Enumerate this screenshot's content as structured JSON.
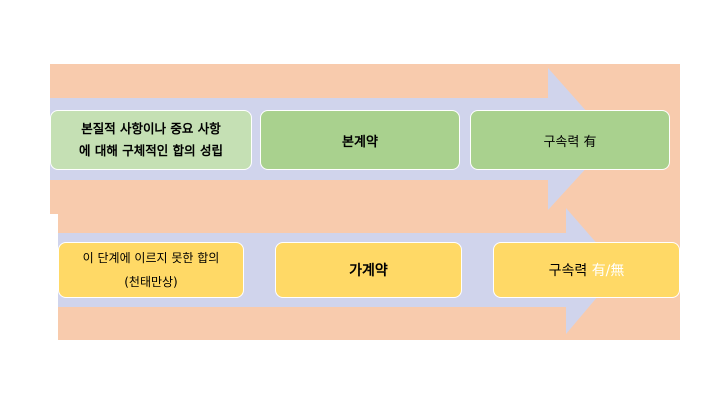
{
  "row1": {
    "condition_line1": "본질적 사항이나 중요 사항",
    "condition_line2": "에 대해 구체적인 합의 성립",
    "contract": "본계약",
    "binding_label": "구속력",
    "binding_value": "有"
  },
  "row2": {
    "condition_line1": "이 단계에 이르지 못한 합의",
    "condition_line2": "(천태만상)",
    "contract": "가계약",
    "binding_label": "구속력",
    "binding_value": "有/無"
  },
  "colors": {
    "band": "#f8cbad",
    "arrow": "#d0d4ec",
    "green": "#a9d18e",
    "green_light": "#c5e0b4",
    "yellow": "#ffd966"
  }
}
